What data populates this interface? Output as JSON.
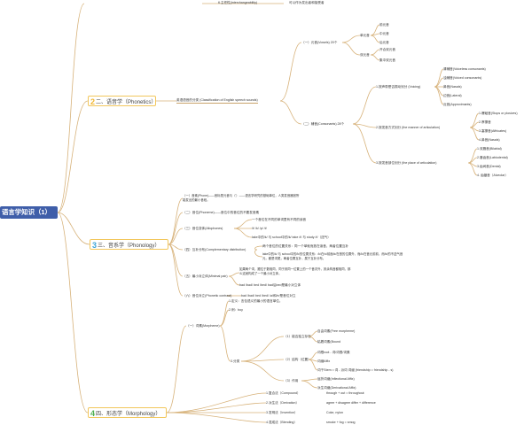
{
  "root": "语言学知识（1）",
  "top": {
    "a": "6.主任性(interchangeability)",
    "b": "可以作为发出者和接受者"
  },
  "phonetics": {
    "num": "2",
    "label": "二、语音学（Phonetics）",
    "classify": "英语语音的分类 (Classification of English speech sounds)",
    "vowels": {
      "label": "（一）元音(Vowels) 20个",
      "mono": "单元音",
      "mono_items": [
        "前元音",
        "中元音",
        "后元音"
      ],
      "di": "双元音",
      "di_items": [
        "开合双元音",
        "集中双元音"
      ]
    },
    "consonants": {
      "label": "（二）辅音(Consonants) 28个",
      "voicing": "1.按声带是否振动划分 (Voicing)",
      "voicing_items": [
        "清辅音(Voiceless consonants)",
        "浊辅音(Voiced consonants)",
        "鼻音(Nasals)",
        "边音(Lateral)",
        "近音(Approximants)"
      ],
      "manner": "2.按发音方式划分 (the manner of articulation)",
      "manner_items": [
        "1.爆破音(Stops or plosives)",
        "2.摩擦音",
        "3.塞擦音(Affricates)",
        "4.鼻音(Nasals)"
      ],
      "place": "3.按发音部位划分 (the place of articulation)",
      "place_items": [
        "1.双唇音(Bilabial)",
        "2.唇齿音(Labiodental)",
        "3.齿间音(Dental)",
        "4. 齿龈音（Alveolar）"
      ]
    }
  },
  "phonology": {
    "num": "3",
    "label": "三、音系学（Phonology）",
    "phoneme": "（一）音素(Phone)——音标是元音与（'）——语言学研究的基础单位，人类发音器官所能发出的最小音段。",
    "phoneme_def": "（二）音位(Phoneme)——音位中的音位的不要发音素",
    "allophone": "（三）音位变体(Allophones)",
    "allophone_items": [
      "一个音位在不同的单词里有不同的读音",
      "/t/ /k/ /p/ /t/",
      "lake中的/k/ 与 school中的/k/ take /t/ 与 study /t/（送气）"
    ],
    "complementary": "（四）互补分布(Complementary distribution)",
    "complementary_items": [
      "两个音位的位置关系：同一个单就而放在读音，两者位置互补",
      "lake中的/k/ 与 school中的/k/的位置关系：/k/在/s/前面/k/在首的位置外，而/k/在音元前前，而/k/的不送气音元，都是词尾，两者位置互补，属于互补分布。"
    ],
    "minimal_pair": "（五）最小对立体(Minimal pair)",
    "minimal_pair_items": [
      "如果两个词，跟位于数相同，同于其同一位置上的一个音次外，其余构音都相同，那么这就构成了一个最小对立体。",
      "bad /bad/ bed /bed/ bad后bed是最小对立体"
    ],
    "phonetic_contrast": "（六）音位对立(Phonetic contrast)",
    "phonetic_contrast_item": "bad /bad/ bed /bed/ /a/和/e/是音位对立"
  },
  "morphology": {
    "num": "4",
    "label": "四、形态学（Morphology）",
    "morpheme": "（一）词素(Morpheme)",
    "def1": "1.定义：言包语义的最小的语言单位。",
    "def2": "2.例：boy",
    "classify": "3.分类",
    "free_bound": "（1）能否独立存在",
    "free_bound_items": [
      "自由词素(Free morpheme)",
      "粘着词素(Bound"
    ],
    "structure": "（2）结构（位置）",
    "structure_items": [
      "词根root - 词/词根/词素",
      "词缀Affix",
      "词干Stem = 词 - 派词 词缀 (friendship = friendship - s)"
    ],
    "function": "（3）作用",
    "function_items": [
      "屈折词缀(Inflectional Affix)",
      "派生词缀(Derivational Affix)"
    ],
    "word_formation": [
      {
        "name": "1.复合法（Compound）",
        "example": "through + out = throughout"
      },
      {
        "name": "2.派生法（Derivation）",
        "example": "agree + disagree differ + difference"
      },
      {
        "name": "3.发明法（Invention）",
        "example": "Coke, nylon"
      },
      {
        "name": "4.混成法（Blending）",
        "example": "smoke + fog = smog"
      }
    ]
  }
}
